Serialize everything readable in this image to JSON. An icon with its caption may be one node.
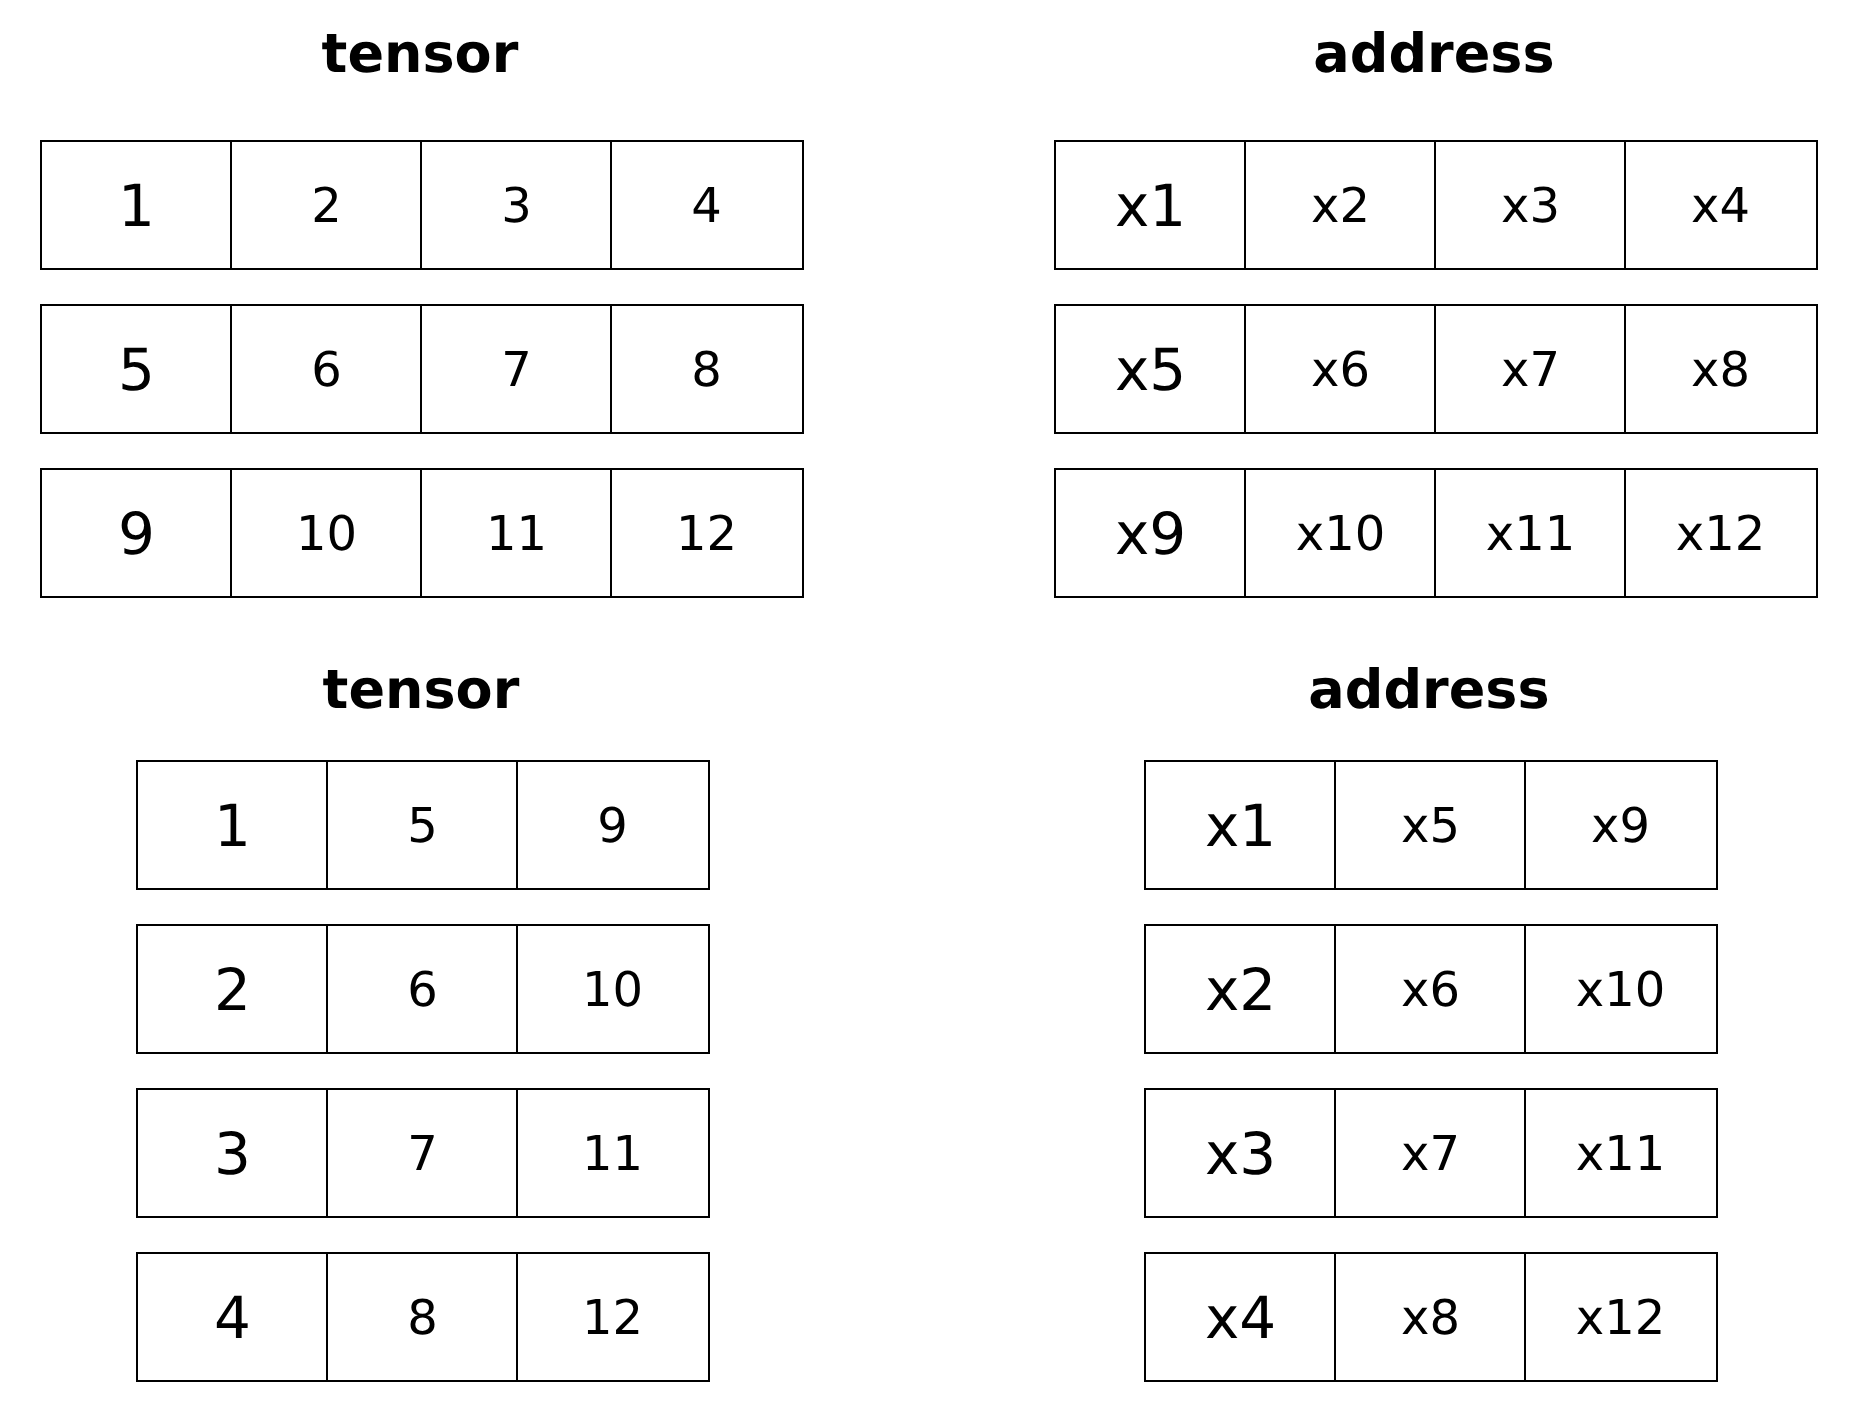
{
  "diagram": {
    "nodes": [
      {
        "text": [
          "1"
        ]
      },
      {
        "text": [
          "2"
        ]
      },
      {
        "text": [
          "3"
        ]
      },
      {
        "text": [
          "4"
        ]
      },
      {
        "text": [
          "5"
        ]
      },
      {
        "text": [
          "6"
        ]
      },
      {
        "text": [
          "7"
        ]
      },
      {
        "text": [
          "8"
        ]
      },
      {
        "text": [
          "9"
        ]
      },
      {
        "text": [
          "10"
        ]
      },
      {
        "text": [
          "11"
        ]
      },
      {
        "text": [
          "12"
        ]
      },
      {
        "text": [
          "x1"
        ]
      },
      {
        "text": [
          "x2"
        ]
      },
      {
        "text": [
          "x3"
        ]
      },
      {
        "text": [
          "x4"
        ]
      },
      {
        "text": [
          "x5"
        ]
      },
      {
        "text": [
          "x6"
        ]
      },
      {
        "text": [
          "x7"
        ]
      },
      {
        "text": [
          "x8"
        ]
      },
      {
        "text": [
          "x9"
        ]
      },
      {
        "text": [
          "x10"
        ]
      },
      {
        "text": [
          "x11"
        ]
      },
      {
        "text": [
          "x12"
        ]
      },
      {
        "text": [
          "1"
        ]
      },
      {
        "text": [
          "5"
        ]
      },
      {
        "text": [
          "9"
        ]
      },
      {
        "text": [
          "2"
        ]
      },
      {
        "text": [
          "6"
        ]
      },
      {
        "text": [
          "10"
        ]
      },
      {
        "text": [
          "3"
        ]
      },
      {
        "text": [
          "7"
        ]
      },
      {
        "text": [
          "11"
        ]
      },
      {
        "text": [
          "4"
        ]
      },
      {
        "text": [
          "8"
        ]
      },
      {
        "text": [
          "12"
        ]
      },
      {
        "text": [
          "x1"
        ]
      },
      {
        "text": [
          "x5"
        ]
      },
      {
        "text": [
          "x9"
        ]
      },
      {
        "text": [
          "x2"
        ]
      },
      {
        "text": [
          "x6"
        ]
      },
      {
        "text": [
          "x10"
        ]
      },
      {
        "text": [
          "x3"
        ]
      },
      {
        "text": [
          "x7"
        ]
      },
      {
        "text": [
          "x11"
        ]
      },
      {
        "text": [
          "x4"
        ]
      },
      {
        "text": [
          "x8"
        ]
      },
      {
        "text": [
          "x12"
        ]
      }
    ],
    "labels": [
      "tensor",
      "address",
      "tensor",
      "address"
    ]
  }
}
